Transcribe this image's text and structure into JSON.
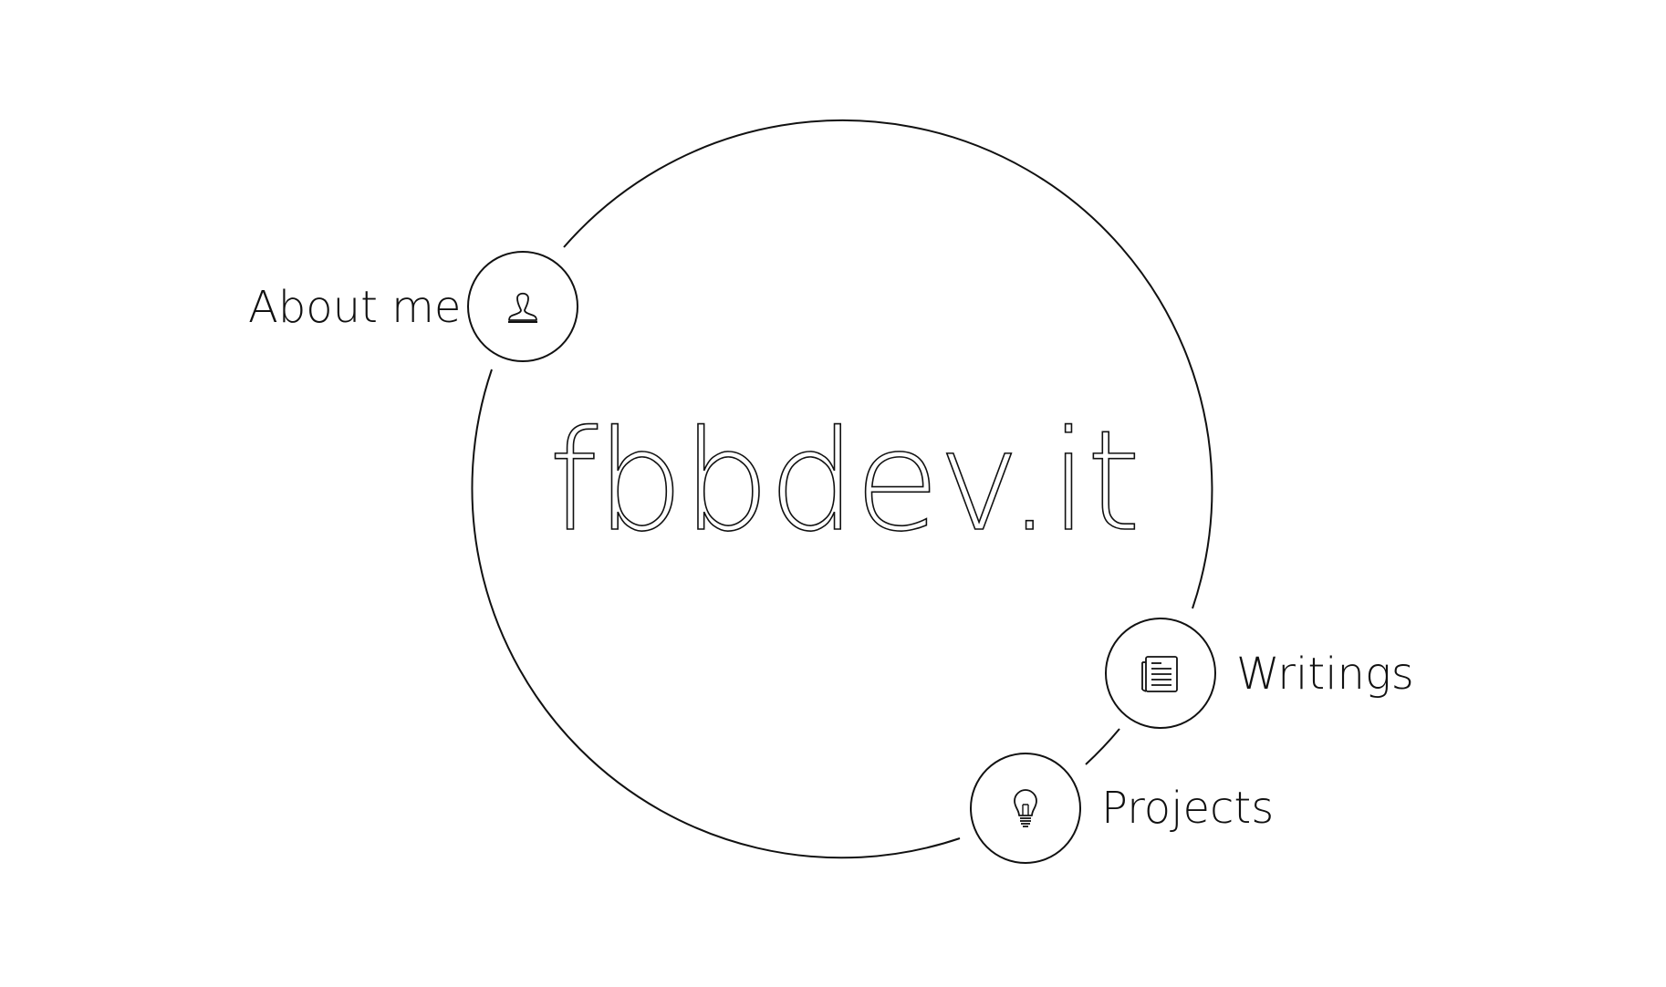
{
  "site": {
    "title": "fbbdev.it"
  },
  "nav": {
    "about": {
      "label": "About me",
      "icon": "person-icon"
    },
    "writings": {
      "label": "Writings",
      "icon": "document-icon"
    },
    "projects": {
      "label": "Projects",
      "icon": "lightbulb-icon"
    }
  },
  "colors": {
    "stroke": "#111111",
    "background": "#ffffff"
  }
}
